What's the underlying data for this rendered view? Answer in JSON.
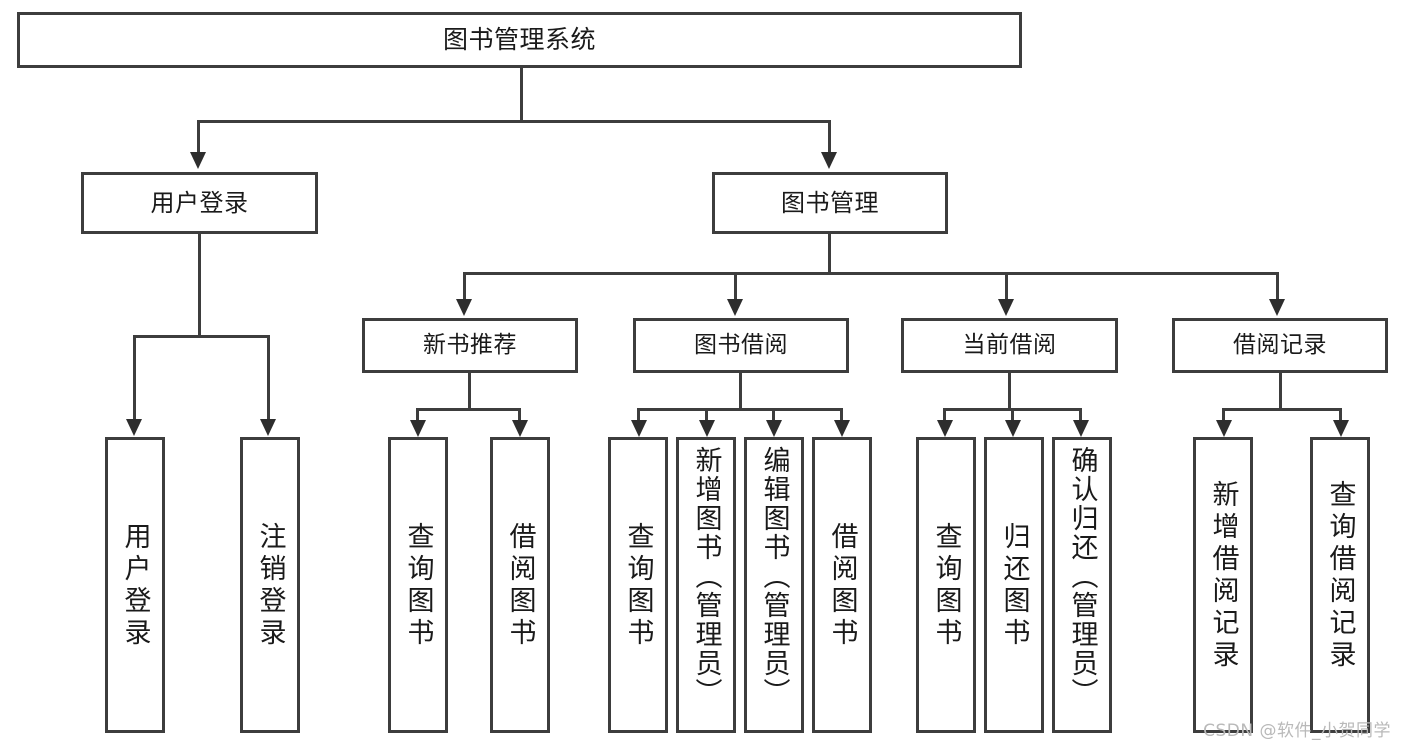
{
  "diagram": {
    "title": "图书管理系统",
    "type": "hierarchy-tree",
    "watermark": "CSDN @软件_小贺同学",
    "colors": {
      "box_border": "#3d3d3d",
      "box_fill": "#ffffff",
      "connector": "#3d3d3d",
      "arrow": "#2d2d2d",
      "text": "#1a1a1a",
      "watermark": "#b9b9b9",
      "background": "#ffffff"
    },
    "root": {
      "label": "图书管理系统"
    },
    "level2": [
      {
        "label": "用户登录"
      },
      {
        "label": "图书管理"
      }
    ],
    "level3": [
      {
        "label": "新书推荐"
      },
      {
        "label": "图书借阅"
      },
      {
        "label": "当前借阅"
      },
      {
        "label": "借阅记录"
      }
    ],
    "leaves": {
      "user_login": [
        {
          "label": "用户登录"
        },
        {
          "label": "注销登录"
        }
      ],
      "new_book": [
        {
          "label": "查询图书"
        },
        {
          "label": "借阅图书"
        }
      ],
      "book_borrow": [
        {
          "label": "查询图书"
        },
        {
          "label": "新增图书（管理员）"
        },
        {
          "label": "编辑图书（管理员）"
        },
        {
          "label": "借阅图书"
        }
      ],
      "current_borrow": [
        {
          "label": "查询图书"
        },
        {
          "label": "归还图书"
        },
        {
          "label": "确认归还（管理员）"
        }
      ],
      "borrow_record": [
        {
          "label": "新增借阅记录"
        },
        {
          "label": "查询借阅记录"
        }
      ]
    }
  }
}
